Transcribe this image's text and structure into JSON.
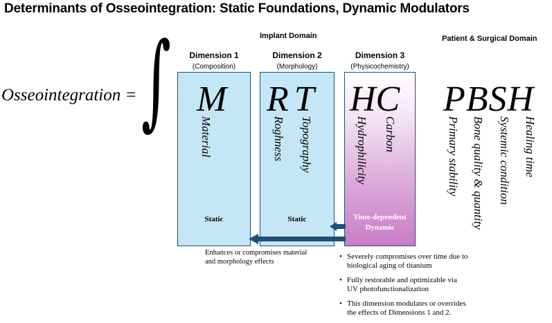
{
  "title": "Determinants of Osseointegration: Static Foundations, Dynamic Modulators",
  "domains": {
    "implant": "Implant Domain",
    "patient": "Patient & Surgical Domain"
  },
  "equation": {
    "lhs": "Osseointegration =",
    "integral": "∫"
  },
  "dimensions": [
    {
      "title": "Dimension 1",
      "subtitle": "(Composition)",
      "letters": "M",
      "terms": [
        "Material"
      ],
      "label": "Static",
      "color": "#c5e6f5"
    },
    {
      "title": "Dimension 2",
      "subtitle": "(Morphology)",
      "letters": "RT",
      "terms": [
        "Roghness",
        "Topography"
      ],
      "label": "Static",
      "color": "#c5e6f5"
    },
    {
      "title": "Dimension 3",
      "subtitle": "(Physicochemistry)",
      "letters": "HC",
      "terms": [
        "Hydrophilicity",
        "Carbon"
      ],
      "label_line1": "Time-dependent",
      "label_line2": "Dynamic",
      "color": "#c77ec5"
    }
  ],
  "patient": {
    "letters": "PBSH",
    "terms": [
      "Primary stability",
      "Bone quality & quantity",
      "Systemic condition",
      "Healing time"
    ]
  },
  "arrow_note": {
    "line1": "Enhances or compromises material",
    "line2": "and morphology effects"
  },
  "bullets": [
    {
      "line1": "Severely compromises over time due to",
      "line2": "biological aging of titanium"
    },
    {
      "line1": "Fully restorable and optimizable via",
      "line2": "UV photofunctionalization"
    },
    {
      "line1": "This dimension modulates or overrides",
      "line2": "the effects of Dimensions 1 and 2."
    }
  ],
  "colors": {
    "box_border": "#1f4e79",
    "static_fill": "#c5e6f5",
    "arrow": "#1f4e79",
    "dynamic_fill": "#c77ec5"
  }
}
